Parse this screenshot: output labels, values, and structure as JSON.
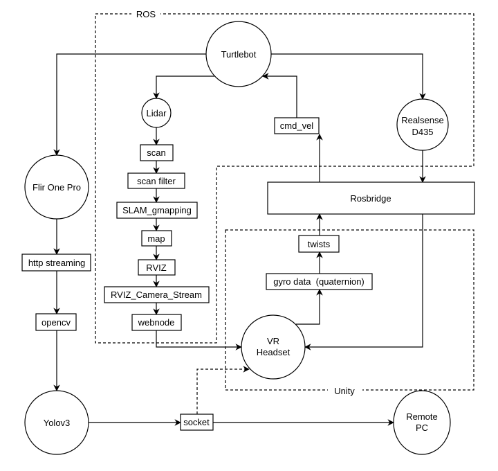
{
  "groups": {
    "ros": {
      "label": "ROS"
    },
    "unity": {
      "label": "Unity"
    }
  },
  "nodes": {
    "turtlebot": {
      "label": [
        "Turtlebot"
      ],
      "shape": "circle"
    },
    "lidar": {
      "label": [
        "Lidar"
      ],
      "shape": "circle"
    },
    "realsense": {
      "label": [
        "Realsense",
        "D435"
      ],
      "shape": "circle"
    },
    "flir": {
      "label": [
        "Flir One Pro"
      ],
      "shape": "circle"
    },
    "yolov3": {
      "label": [
        "Yolov3"
      ],
      "shape": "circle"
    },
    "vr_headset": {
      "label": [
        "VR",
        "Headset"
      ],
      "shape": "circle"
    },
    "remote_pc": {
      "label": [
        "Remote",
        "PC"
      ],
      "shape": "circle"
    },
    "cmd_vel": {
      "label": [
        "cmd_vel"
      ],
      "shape": "box"
    },
    "rosbridge": {
      "label": [
        "Rosbridge"
      ],
      "shape": "box"
    },
    "scan": {
      "label": [
        "scan"
      ],
      "shape": "box"
    },
    "scan_filter": {
      "label": [
        "scan filter"
      ],
      "shape": "box"
    },
    "slam": {
      "label": [
        "SLAM_gmapping"
      ],
      "shape": "box"
    },
    "map": {
      "label": [
        "map"
      ],
      "shape": "box"
    },
    "rviz": {
      "label": [
        "RVIZ"
      ],
      "shape": "box"
    },
    "rviz_cam": {
      "label": [
        "RVIZ_Camera_Stream"
      ],
      "shape": "box"
    },
    "webnode": {
      "label": [
        "webnode"
      ],
      "shape": "box"
    },
    "twists": {
      "label": [
        "twists"
      ],
      "shape": "box"
    },
    "gyro": {
      "label": [
        "gyro data  (quaternion)"
      ],
      "shape": "box"
    },
    "http": {
      "label": [
        "http streaming"
      ],
      "shape": "box"
    },
    "opencv": {
      "label": [
        "opencv"
      ],
      "shape": "box"
    },
    "socket": {
      "label": [
        "socket"
      ],
      "shape": "box"
    }
  },
  "edges": [
    {
      "from": "turtlebot",
      "to": "flir",
      "style": "solid"
    },
    {
      "from": "turtlebot",
      "to": "lidar",
      "style": "solid"
    },
    {
      "from": "turtlebot",
      "to": "realsense",
      "style": "solid"
    },
    {
      "from": "cmd_vel",
      "to": "turtlebot",
      "style": "solid"
    },
    {
      "from": "rosbridge",
      "to": "cmd_vel",
      "style": "solid"
    },
    {
      "from": "realsense",
      "to": "rosbridge",
      "style": "solid"
    },
    {
      "from": "lidar",
      "to": "scan",
      "style": "solid"
    },
    {
      "from": "scan",
      "to": "scan_filter",
      "style": "solid"
    },
    {
      "from": "scan_filter",
      "to": "slam",
      "style": "solid"
    },
    {
      "from": "slam",
      "to": "map",
      "style": "solid"
    },
    {
      "from": "map",
      "to": "rviz",
      "style": "solid"
    },
    {
      "from": "rviz",
      "to": "rviz_cam",
      "style": "solid"
    },
    {
      "from": "rviz_cam",
      "to": "webnode",
      "style": "solid"
    },
    {
      "from": "webnode",
      "to": "vr_headset",
      "style": "solid"
    },
    {
      "from": "rosbridge",
      "to": "vr_headset",
      "style": "solid"
    },
    {
      "from": "vr_headset",
      "to": "gyro",
      "style": "solid"
    },
    {
      "from": "gyro",
      "to": "twists",
      "style": "solid"
    },
    {
      "from": "twists",
      "to": "rosbridge",
      "style": "solid"
    },
    {
      "from": "flir",
      "to": "http",
      "style": "solid"
    },
    {
      "from": "http",
      "to": "opencv",
      "style": "solid"
    },
    {
      "from": "opencv",
      "to": "yolov3",
      "style": "solid"
    },
    {
      "from": "yolov3",
      "to": "socket",
      "style": "solid"
    },
    {
      "from": "socket",
      "to": "remote_pc",
      "style": "solid"
    },
    {
      "from": "socket",
      "to": "vr_headset",
      "style": "dashed"
    }
  ]
}
